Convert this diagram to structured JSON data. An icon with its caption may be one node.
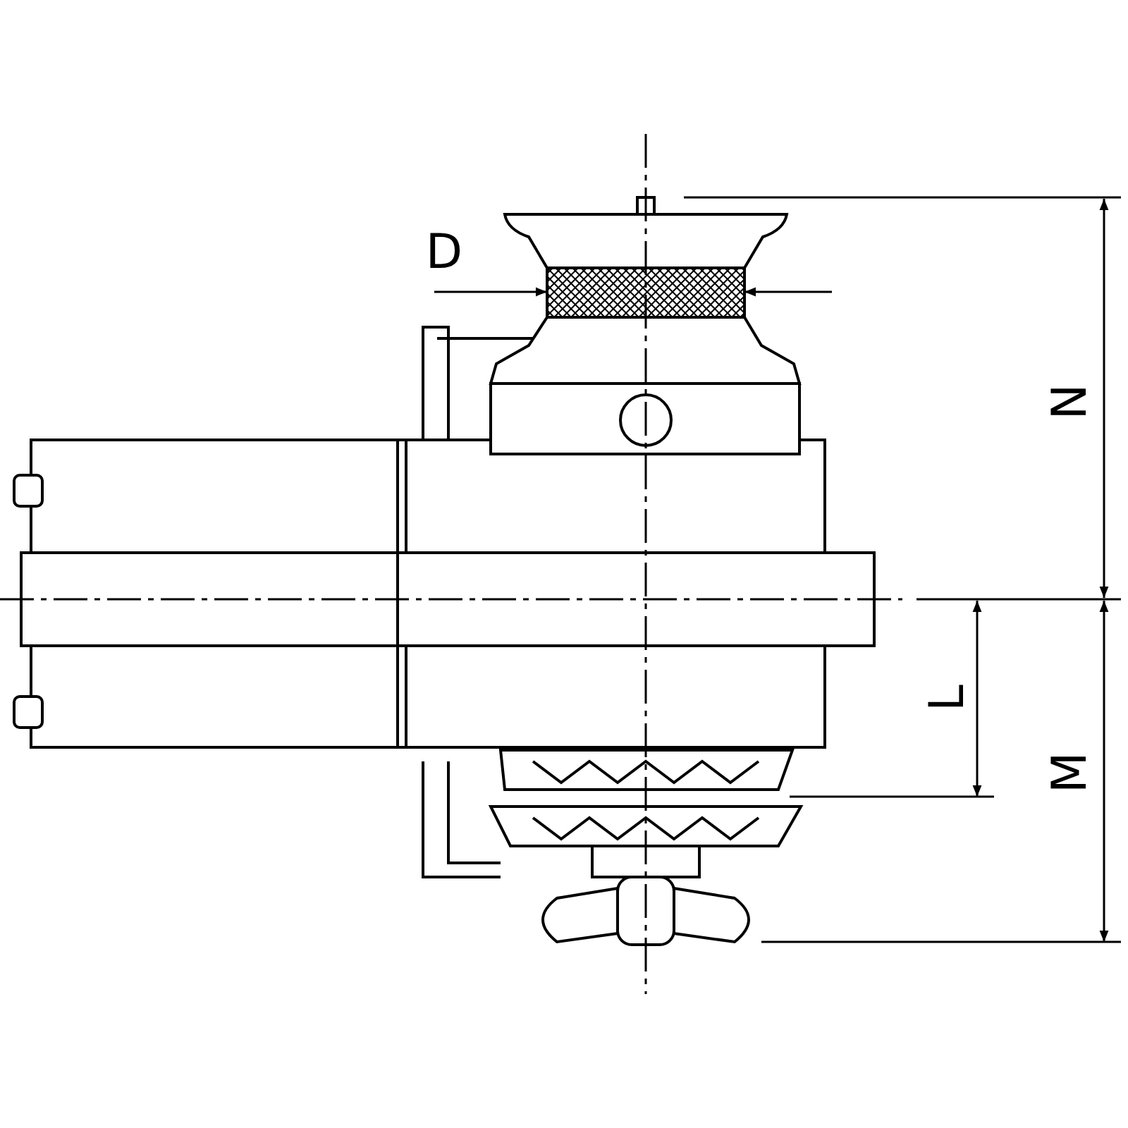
{
  "diagram": {
    "labels": [
      "D",
      "N",
      "L",
      "M"
    ]
  }
}
